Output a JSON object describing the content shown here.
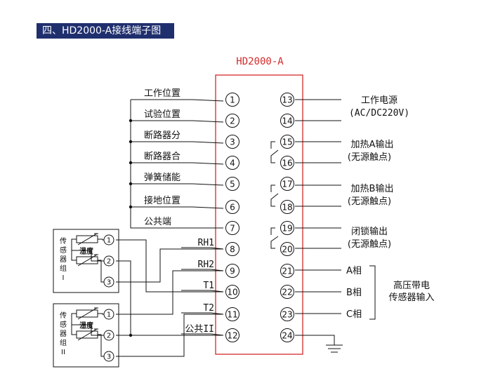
{
  "banner": "四、HD2000-A接线端子图",
  "device_title": "HD2000-A",
  "left_terminals": [
    {
      "num": "1",
      "label": "工作位置"
    },
    {
      "num": "2",
      "label": "试验位置"
    },
    {
      "num": "3",
      "label": "断路器分"
    },
    {
      "num": "4",
      "label": "断路器合"
    },
    {
      "num": "5",
      "label": "弹簧储能"
    },
    {
      "num": "6",
      "label": "接地位置"
    },
    {
      "num": "7",
      "label": "公共端"
    },
    {
      "num": "8",
      "label": "RH1"
    },
    {
      "num": "9",
      "label": "RH2"
    },
    {
      "num": "10",
      "label": "T1"
    },
    {
      "num": "11",
      "label": "T2"
    },
    {
      "num": "12",
      "label": "公共II"
    }
  ],
  "right_terminals": [
    "13",
    "14",
    "15",
    "16",
    "17",
    "18",
    "19",
    "20",
    "21",
    "22",
    "23",
    "24"
  ],
  "right_labels": {
    "power": "工作电源",
    "power_spec": "(AC/DC220V)",
    "heat_a": "加热A输出",
    "heat_a_sub": "(无源触点)",
    "heat_b": "加热B输出",
    "heat_b_sub": "(无源触点)",
    "lock": "闭锁输出",
    "lock_sub": "(无源触点)",
    "phase_a": "A相",
    "phase_b": "B相",
    "phase_c": "C相",
    "hv_line1": "高压带电",
    "hv_line2": "传感器输入"
  },
  "sensor_groups": [
    {
      "label": "传感器组I",
      "chars": [
        "传",
        "感",
        "器",
        "组",
        "I"
      ],
      "sensor1": "温度",
      "sensor2": "湿度",
      "pins": [
        "1",
        "2",
        "3"
      ]
    },
    {
      "label": "传感器组II",
      "chars": [
        "传",
        "感",
        "器",
        "组",
        "II"
      ],
      "sensor1": "温度",
      "sensor2": "湿度",
      "pins": [
        "1",
        "2",
        "3"
      ]
    }
  ]
}
